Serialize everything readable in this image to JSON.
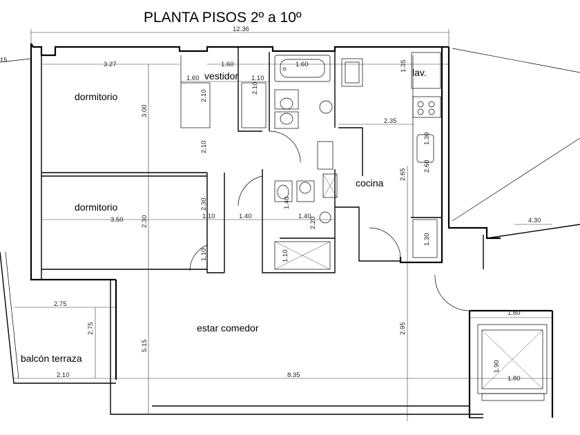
{
  "title": "PLANTA  PISOS 2º a 10º",
  "rooms": {
    "dormitorio1": "dormitorio",
    "dormitorio2": "dormitorio",
    "vestidor": "vestidor",
    "lav": "lav.",
    "cocina": "cocina",
    "estar": "estar comedor",
    "balcon": "balcón terraza"
  },
  "dims": {
    "total_width": "12.36",
    "d_315": "15",
    "d_327": "3.27",
    "d_160a": "1.60",
    "d_160b": "1.60",
    "d_160c": "1.60",
    "d_110a": "1.10",
    "d_135": "1.35",
    "d_210a": "2.10",
    "d_210b": "2.10",
    "d_300": "3.00",
    "d_210c": "2.10",
    "d_235": "2.35",
    "d_130a": "1.30",
    "d_260": "2.60",
    "d_265": "2.65",
    "d_230a": "2.30",
    "d_350": "3.50",
    "d_110b": "1.10",
    "d_140a": "1.40",
    "d_140b": "1.40",
    "d_140c": "1.40",
    "d_230b": "2.30",
    "d_220": "2.20",
    "d_130b": "1.30",
    "d_110c": "1.10",
    "d_110d": "1.10",
    "d_430": "4.30",
    "d_275a": "2.75",
    "d_275b": "2.75",
    "d_515": "5.15",
    "d_295": "2.95",
    "d_180a": "1.80",
    "d_210d": "2.10",
    "d_835": "8.35",
    "d_190": "1.90",
    "d_180b": "1.80"
  }
}
